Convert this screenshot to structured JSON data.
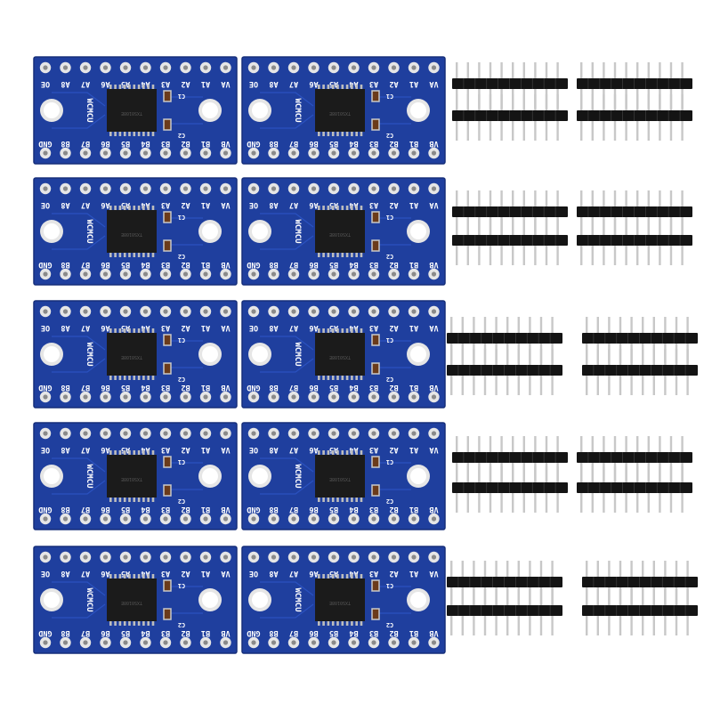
{
  "scene": {
    "background": "#ffffff",
    "pcb_color": "#1f3f9e",
    "pcb_edge": "#162f7a",
    "pad_color": "#e6e6e6",
    "chip_color": "#1b1b1b",
    "header_plastic": "#141414",
    "header_pin": "#c8c8c8",
    "capacitor_color": "#6b3b1a"
  },
  "board": {
    "top_labels": [
      "OE",
      "A8",
      "A7",
      "A6",
      "A5",
      "A4",
      "A3",
      "A2",
      "A1",
      "VA"
    ],
    "bottom_labels": [
      "GND",
      "B8",
      "B7",
      "B6",
      "B5",
      "B4",
      "B3",
      "B2",
      "B1",
      "VB"
    ],
    "brand": "WCMCU",
    "cap_top": "C1",
    "cap_bottom": "C2",
    "chip_marking": "TXS0108E"
  },
  "counts": {
    "boards": 10,
    "header_pairs": 10
  }
}
